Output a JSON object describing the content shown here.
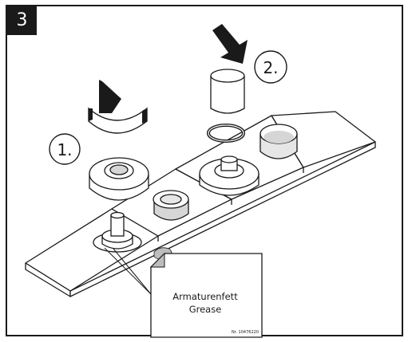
{
  "step": {
    "number": "3"
  },
  "callouts": [
    {
      "label": "1."
    },
    {
      "label": "2."
    }
  ],
  "grease_label": {
    "line1": "Armaturenfett",
    "line2": "Grease",
    "part_number": "Nr. 10476220"
  },
  "colors": {
    "ink": "#1a1a1a",
    "grease": "#bdbdbd",
    "shade": "#d6d6d6",
    "tile": "#ffffff"
  },
  "icons": [
    "rotate-arrow-icon",
    "push-down-arrow-icon"
  ]
}
